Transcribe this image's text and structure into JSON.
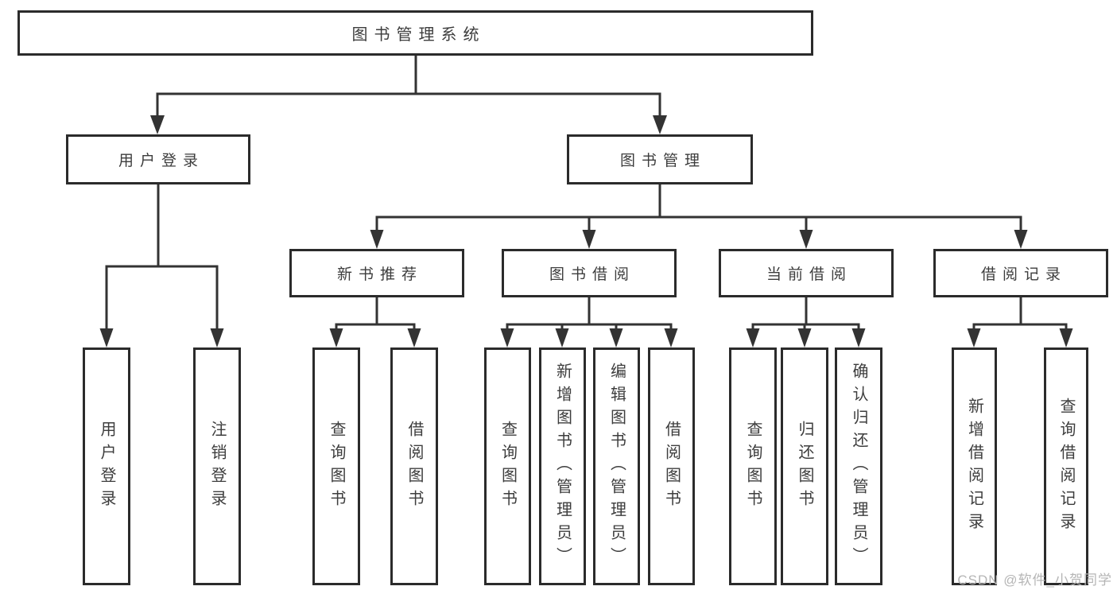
{
  "tree": {
    "label": "图书管理系统",
    "children": [
      {
        "label": "用户登录",
        "children": [
          {
            "label": "用户登录"
          },
          {
            "label": "注销登录"
          }
        ]
      },
      {
        "label": "图书管理",
        "children": [
          {
            "label": "新书推荐",
            "children": [
              {
                "label": "查询图书"
              },
              {
                "label": "借阅图书"
              }
            ]
          },
          {
            "label": "图书借阅",
            "children": [
              {
                "label": "查询图书"
              },
              {
                "label": "新增图书（管理员）"
              },
              {
                "label": "编辑图书（管理员）"
              },
              {
                "label": "借阅图书"
              }
            ]
          },
          {
            "label": "当前借阅",
            "children": [
              {
                "label": "查询图书"
              },
              {
                "label": "归还图书"
              },
              {
                "label": "确认归还（管理员）"
              }
            ]
          },
          {
            "label": "借阅记录",
            "children": [
              {
                "label": "新增借阅记录"
              },
              {
                "label": "查询借阅记录"
              }
            ]
          }
        ]
      }
    ]
  },
  "watermark": "CSDN @软件_小贺同学",
  "colors": {
    "line": "#333333",
    "border": "#2b2b2b",
    "text": "#3d3d3d",
    "background": "#ffffff",
    "watermark": "#b5b5b5"
  }
}
